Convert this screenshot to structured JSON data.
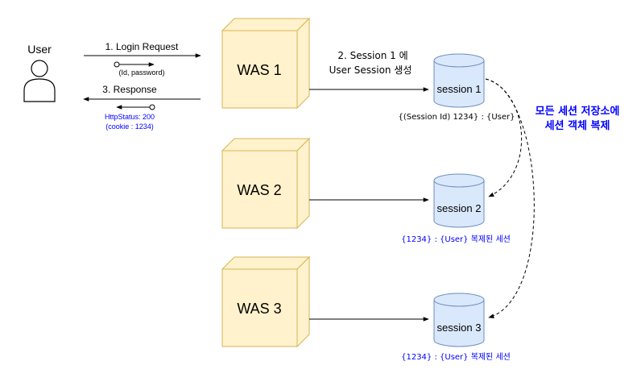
{
  "user": {
    "label": "User"
  },
  "was": [
    {
      "label": "WAS 1"
    },
    {
      "label": "WAS 2"
    },
    {
      "label": "WAS 3"
    }
  ],
  "sessions": [
    {
      "label": "session 1",
      "caption": "{(Session Id) 1234} : {User}"
    },
    {
      "label": "session 2",
      "caption": "{1234} : {User}  복제된 세션"
    },
    {
      "label": "session 3",
      "caption": "{1234} : {User}  복제된 세션"
    }
  ],
  "request": {
    "label": "1. Login Request",
    "params": "(Id, password)"
  },
  "response": {
    "label": "3. Response",
    "status": "HttpStatus: 200",
    "cookie": "(cookie : 1234)"
  },
  "create_step": {
    "line1": "2.  Session 1 에",
    "line2": "User Session 생성"
  },
  "replication_note": {
    "line1": "모든 세션 저장소에",
    "line2": "세션 객체 복제"
  },
  "colors": {
    "box_fill": "#fff2cc",
    "box_stroke": "#d6b656",
    "db_fill": "#dae8fc",
    "db_stroke": "#6c8ebf",
    "blue_text": "#0000ff"
  }
}
